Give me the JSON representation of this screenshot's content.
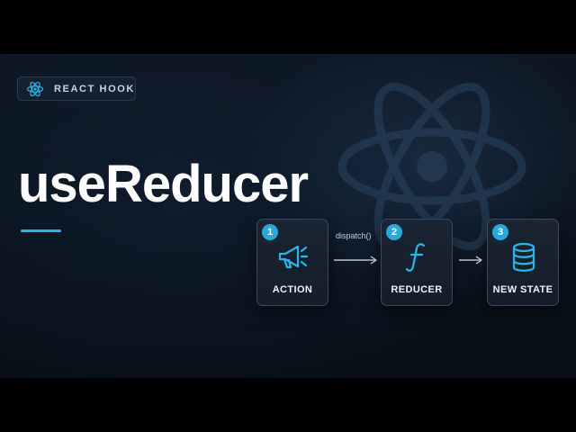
{
  "badge": {
    "label": "REACT HOOK",
    "icon": "react-atom-icon",
    "accent": "#29b6e8"
  },
  "title": "useReducer",
  "flow": {
    "connector_label": "dispatch()",
    "steps": [
      {
        "number": "1",
        "label": "ACTION",
        "icon": "megaphone-icon"
      },
      {
        "number": "2",
        "label": "REDUCER",
        "icon": "function-icon"
      },
      {
        "number": "3",
        "label": "NEW STATE",
        "icon": "database-icon"
      }
    ]
  },
  "colors": {
    "background": "#0c1522",
    "accent": "#29b6e8",
    "card_border": "#3b4b5c",
    "letterbox": "#000000"
  }
}
